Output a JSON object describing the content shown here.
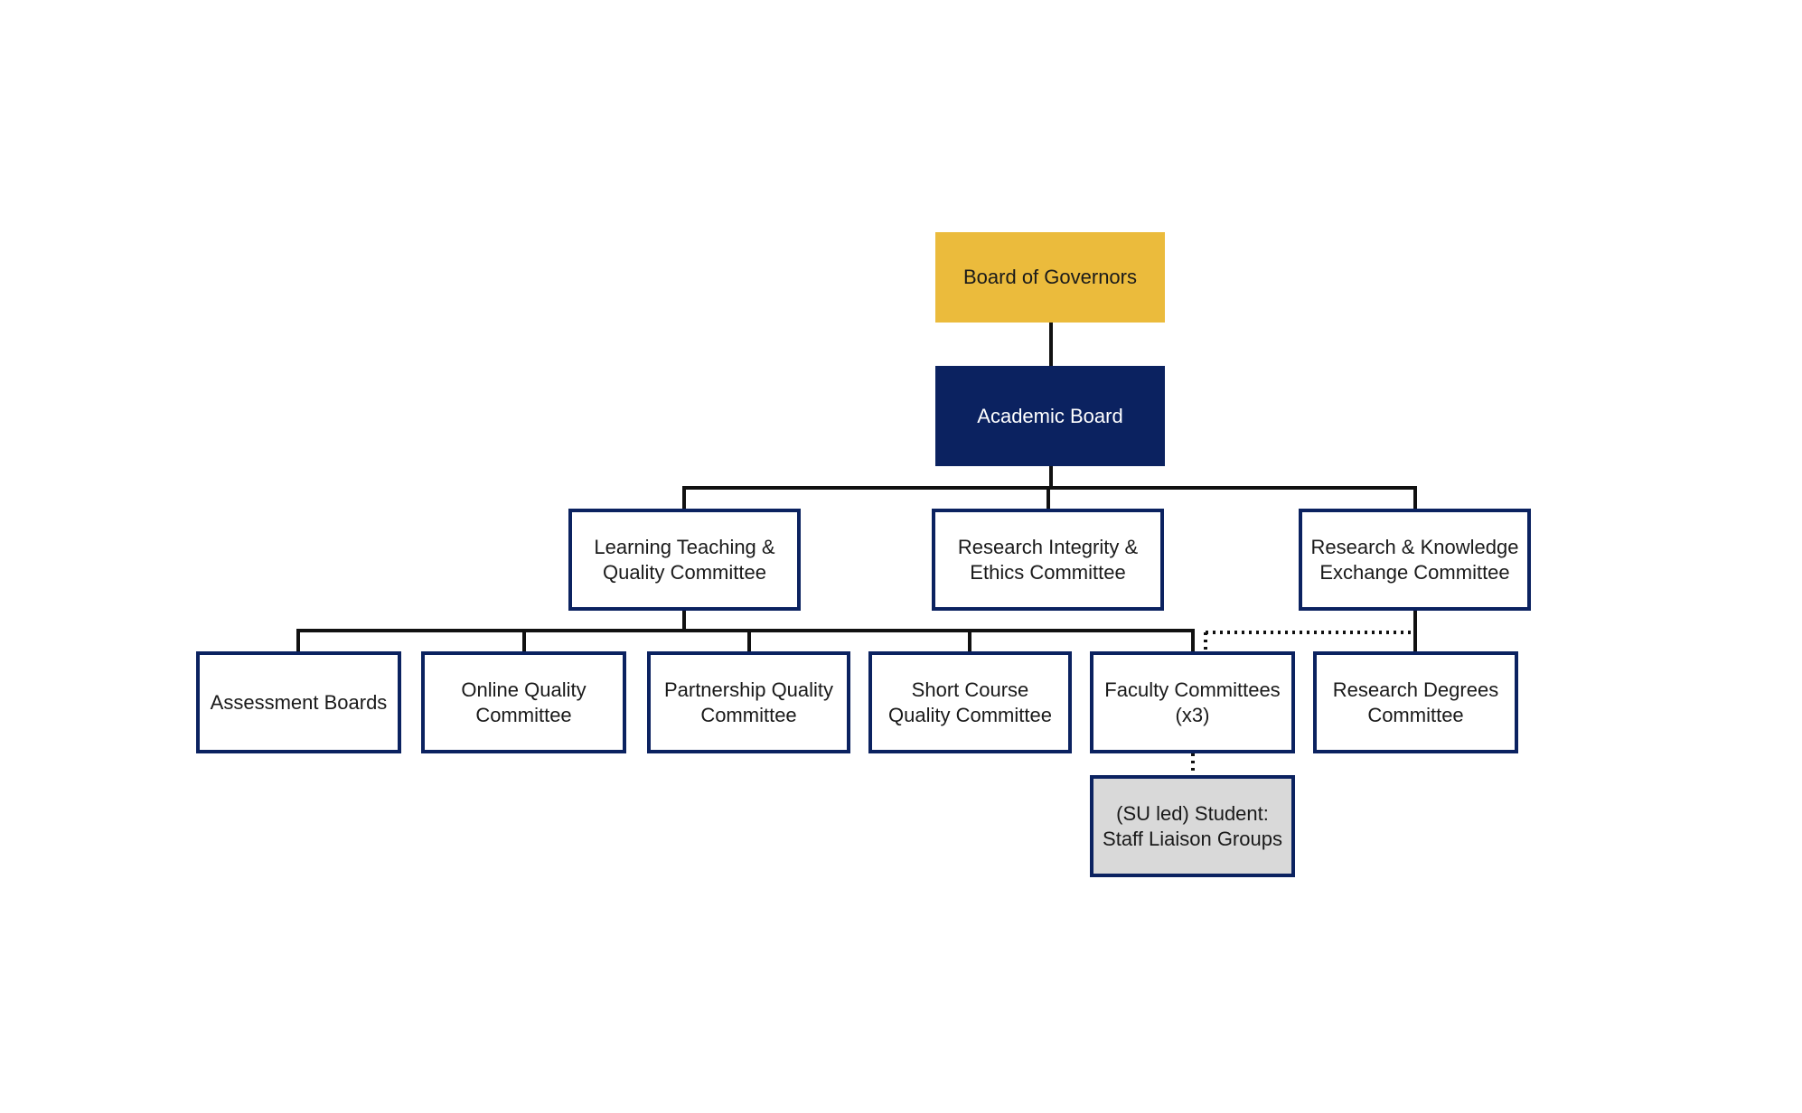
{
  "colors": {
    "gold": "#ebbb3c",
    "navy": "#0b2260",
    "grey_fill": "#d9d9d9",
    "connector": "#111111"
  },
  "nodes": {
    "board_of_governors": "Board of Governors",
    "academic_board": "Academic Board",
    "ltqc": "Learning Teaching &\nQuality Committee",
    "riec": "Research Integrity &\nEthics Committee",
    "rkec": "Research & Knowledge\nExchange Committee",
    "assessment_boards": "Assessment Boards",
    "online_quality": "Online Quality\nCommittee",
    "partnership_quality": "Partnership Quality\nCommittee",
    "short_course": "Short Course\nQuality Committee",
    "faculty_committees": "Faculty Committees\n(x3)",
    "research_degrees": "Research Degrees\nCommittee",
    "student_staff_liaison": "(SU led) Student:\nStaff Liaison Groups"
  }
}
